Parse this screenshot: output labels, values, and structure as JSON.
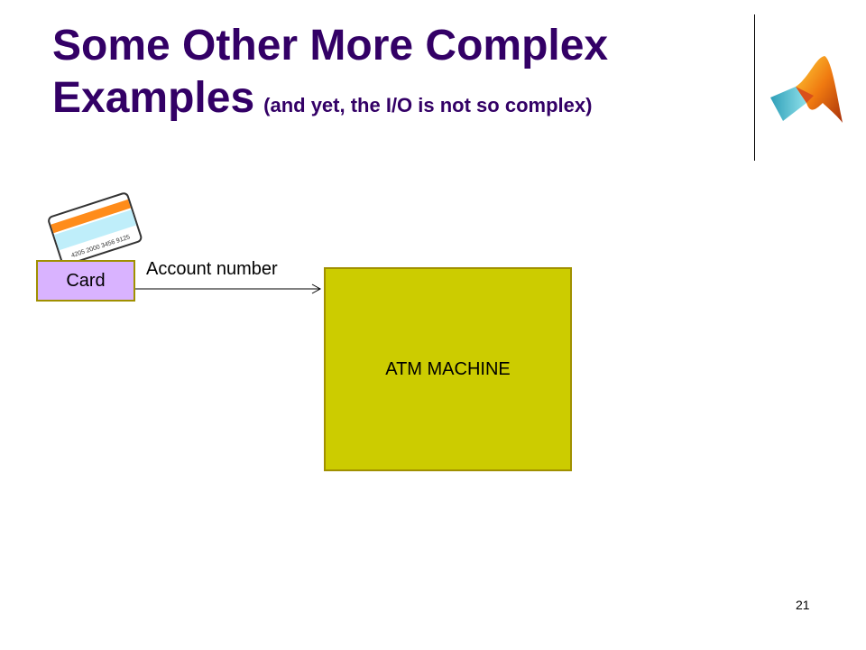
{
  "slide": {
    "title_main": "Some Other More Complex Examples",
    "title_sub": "(and yet, the I/O is not so complex)",
    "page_number": "21"
  },
  "logo": {
    "icon": "matlab-logo-icon"
  },
  "diagram": {
    "card_image": {
      "icon": "credit-card-icon",
      "number_text": "4205 2000 3456 9125"
    },
    "nodes": [
      {
        "id": "card",
        "label": "Card",
        "color": "#d9b3ff"
      },
      {
        "id": "atm",
        "label": "ATM MACHINE",
        "color": "#cccc00"
      }
    ],
    "edges": [
      {
        "from": "card",
        "to": "atm",
        "label": "Account number"
      }
    ]
  },
  "colors": {
    "title": "#330066",
    "box_border": "#a09000",
    "card_stripe": "#ff8c1a",
    "card_band": "#5bc8e8"
  }
}
